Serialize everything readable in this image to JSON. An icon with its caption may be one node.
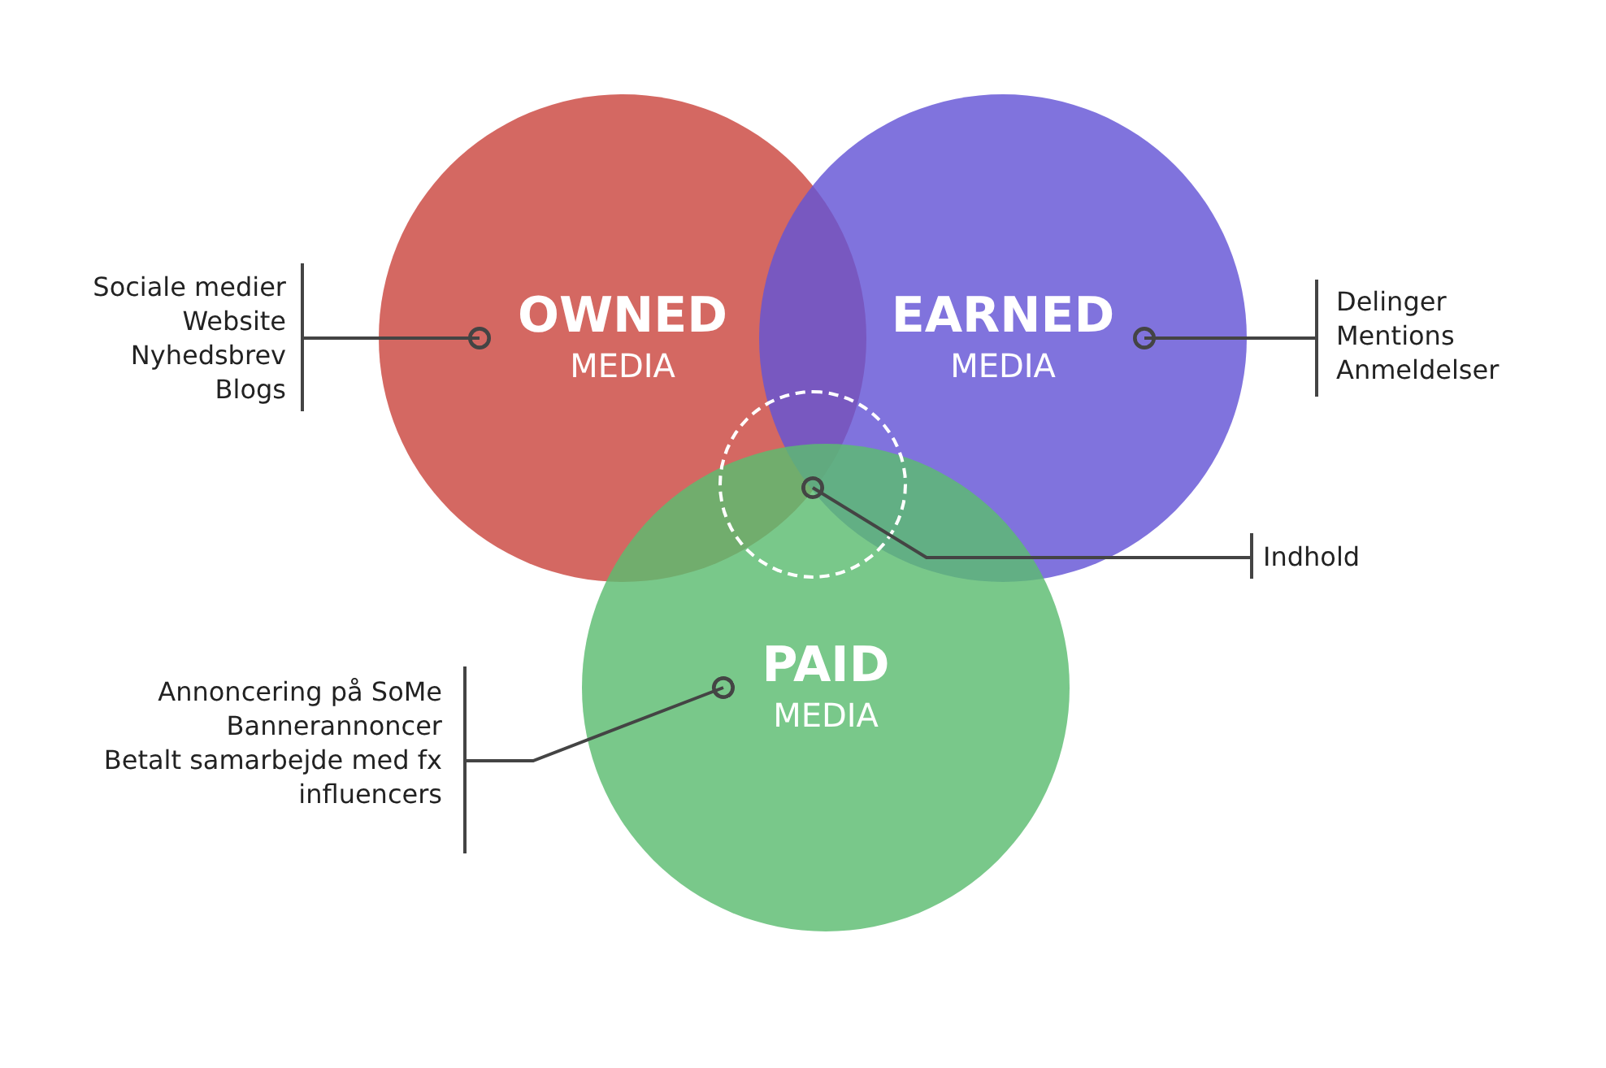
{
  "diagram": {
    "nodes": [
      {
        "text": [
          "OWNED",
          "MEDIA"
        ]
      },
      {
        "text": [
          "EARNED",
          "MEDIA"
        ]
      },
      {
        "text": [
          "PAID",
          "MEDIA"
        ]
      },
      {
        "text": [],
        "shape": "circle"
      },
      {
        "text": [
          "Sociale medier",
          "Website",
          "Nyhedsbrev",
          "Blogs"
        ]
      },
      {
        "text": [
          "Delinger",
          "Mentions",
          "Anmeldelser"
        ]
      },
      {
        "text": [
          "Indhold"
        ]
      },
      {
        "text": [
          "Annoncering på SoMe",
          "Bannerannoncer",
          "Betalt samarbejde med fx influencers"
        ]
      }
    ],
    "edges": [
      {
        "from": 4,
        "to": 0,
        "arrow": "other"
      },
      {
        "from": 5,
        "to": 1,
        "arrow": "other"
      },
      {
        "from": 6,
        "to": 3,
        "arrow": "other"
      },
      {
        "from": 7,
        "to": 2,
        "arrow": "other"
      }
    ]
  }
}
